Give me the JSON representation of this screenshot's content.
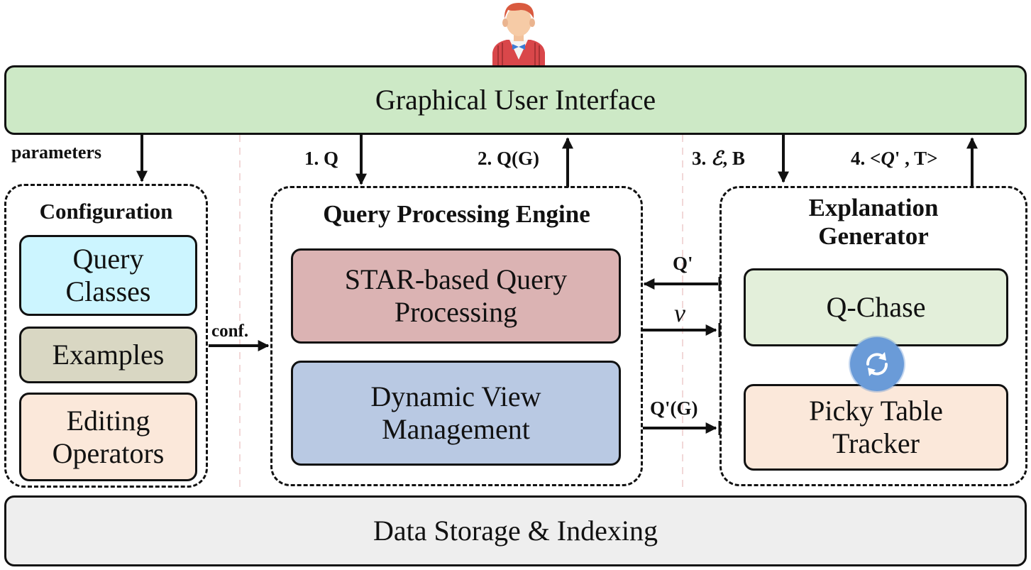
{
  "gui": {
    "label": "Graphical User Interface"
  },
  "storage": {
    "label": "Data Storage & Indexing"
  },
  "configuration": {
    "title": "Configuration",
    "items": [
      {
        "label": "Query Classes",
        "color": "#ccf5ff"
      },
      {
        "label": "Examples",
        "color": "#d9d7c3"
      },
      {
        "label": "Editing Operators",
        "color": "#fbe8da"
      }
    ]
  },
  "query_engine": {
    "title": "Query Processing Engine",
    "items": [
      {
        "label": "STAR-based Query Processing",
        "color": "#dbb3b3"
      },
      {
        "label": "Dynamic View Management",
        "color": "#b9c9e3"
      }
    ]
  },
  "explanation": {
    "title": "Explanation Generator",
    "items": [
      {
        "label": "Q-Chase",
        "color": "#e3efda"
      },
      {
        "label": "Picky Table Tracker",
        "color": "#fbe8da"
      }
    ]
  },
  "arrows": {
    "parameters": "parameters",
    "conf": "conf.",
    "q1": "1. Q",
    "q2": "2. Q(G)",
    "q3_prefix": "3. ",
    "q3_script": "ℰ",
    "q3_suffix": ", B",
    "q4_prefix": "4. <",
    "q4_q": "Q",
    "q4_suffix": "' , T>",
    "q_prime": "Q'",
    "v": "v",
    "q_prime_g": "Q'(G)"
  },
  "colors": {
    "gui": "#cde9c6",
    "storage": "#eeeeee",
    "sync_button": "#6a9bd8"
  },
  "icons": {
    "user": "user-avatar-icon",
    "sync": "refresh-icon"
  }
}
